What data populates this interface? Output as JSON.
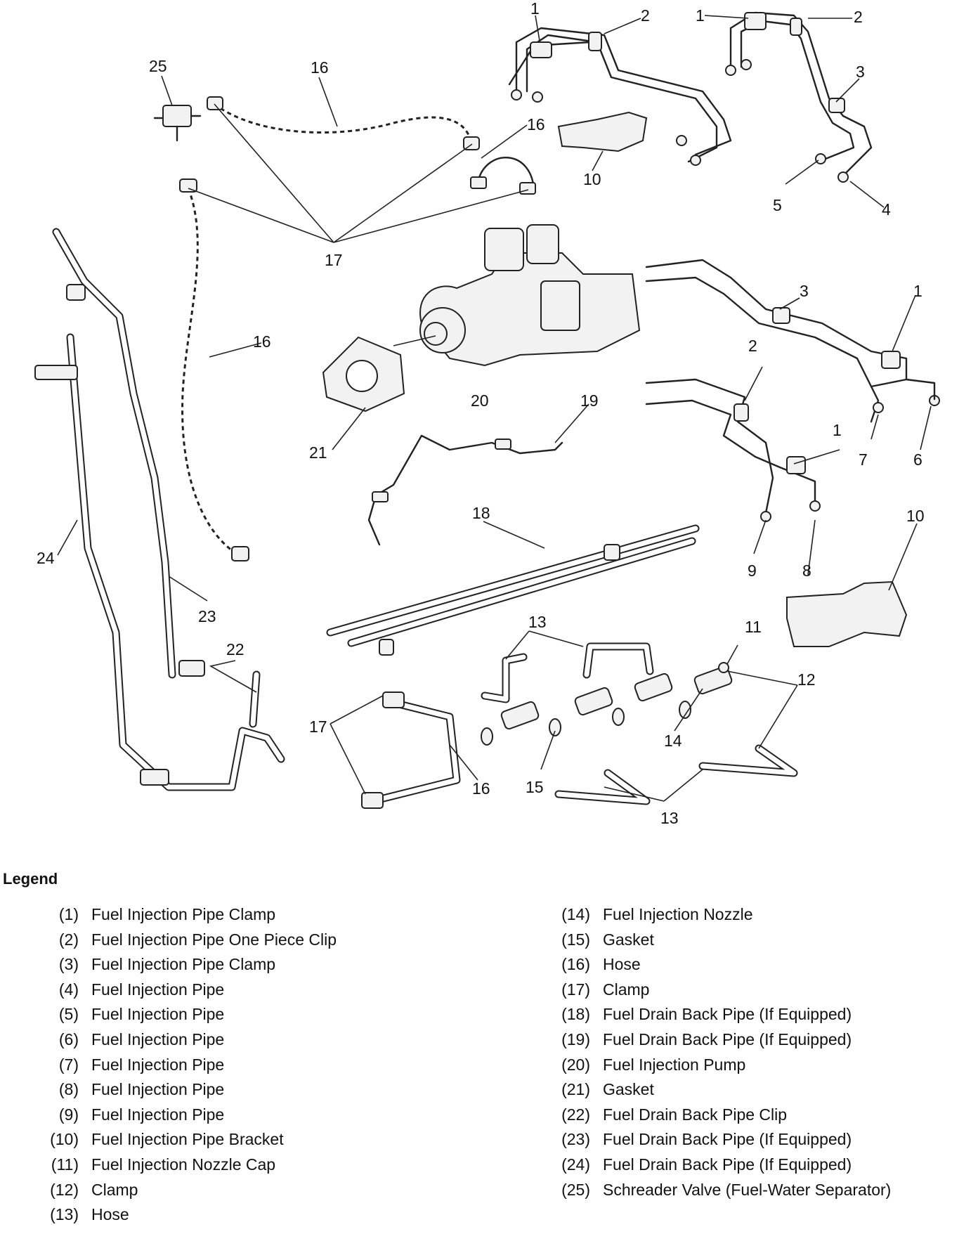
{
  "legend": {
    "title": "Legend",
    "items_left": [
      {
        "num": "(1)",
        "label": "Fuel Injection Pipe Clamp"
      },
      {
        "num": "(2)",
        "label": "Fuel Injection Pipe One Piece Clip"
      },
      {
        "num": "(3)",
        "label": "Fuel Injection Pipe Clamp"
      },
      {
        "num": "(4)",
        "label": "Fuel Injection Pipe"
      },
      {
        "num": "(5)",
        "label": "Fuel Injection Pipe"
      },
      {
        "num": "(6)",
        "label": "Fuel Injection Pipe"
      },
      {
        "num": "(7)",
        "label": "Fuel Injection Pipe"
      },
      {
        "num": "(8)",
        "label": "Fuel Injection Pipe"
      },
      {
        "num": "(9)",
        "label": "Fuel Injection Pipe"
      },
      {
        "num": "(10)",
        "label": "Fuel Injection Pipe Bracket"
      },
      {
        "num": "(11)",
        "label": "Fuel Injection Nozzle Cap"
      },
      {
        "num": "(12)",
        "label": "Clamp"
      },
      {
        "num": "(13)",
        "label": "Hose"
      }
    ],
    "items_right": [
      {
        "num": "(14)",
        "label": "Fuel Injection Nozzle"
      },
      {
        "num": "(15)",
        "label": "Gasket"
      },
      {
        "num": "(16)",
        "label": "Hose"
      },
      {
        "num": "(17)",
        "label": "Clamp"
      },
      {
        "num": "(18)",
        "label": "Fuel Drain Back Pipe (If Equipped)"
      },
      {
        "num": "(19)",
        "label": "Fuel Drain Back Pipe (If Equipped)"
      },
      {
        "num": "(20)",
        "label": "Fuel Injection Pump"
      },
      {
        "num": "(21)",
        "label": "Gasket"
      },
      {
        "num": "(22)",
        "label": "Fuel Drain Back Pipe Clip"
      },
      {
        "num": "(23)",
        "label": "Fuel Drain Back Pipe (If Equipped)"
      },
      {
        "num": "(24)",
        "label": "Fuel Drain Back Pipe (If Equipped)"
      },
      {
        "num": "(25)",
        "label": "Schreader Valve (Fuel-Water Separator)"
      }
    ]
  },
  "callouts": [
    {
      "id": "c1a",
      "text": "1"
    },
    {
      "id": "c2a",
      "text": "2"
    },
    {
      "id": "c1b",
      "text": "1"
    },
    {
      "id": "c2b",
      "text": "2"
    },
    {
      "id": "c3a",
      "text": "3"
    },
    {
      "id": "c5a",
      "text": "5"
    },
    {
      "id": "c4a",
      "text": "4"
    },
    {
      "id": "c25",
      "text": "25"
    },
    {
      "id": "c16a",
      "text": "16"
    },
    {
      "id": "c16b",
      "text": "16"
    },
    {
      "id": "c10a",
      "text": "10"
    },
    {
      "id": "c17a",
      "text": "17"
    },
    {
      "id": "c16c",
      "text": "16"
    },
    {
      "id": "c3b",
      "text": "3"
    },
    {
      "id": "c1c",
      "text": "1"
    },
    {
      "id": "c2c",
      "text": "2"
    },
    {
      "id": "c20",
      "text": "20"
    },
    {
      "id": "c21",
      "text": "21"
    },
    {
      "id": "c19",
      "text": "19"
    },
    {
      "id": "c1d",
      "text": "1"
    },
    {
      "id": "c7",
      "text": "7"
    },
    {
      "id": "c6",
      "text": "6"
    },
    {
      "id": "c24",
      "text": "24"
    },
    {
      "id": "c18",
      "text": "18"
    },
    {
      "id": "c9",
      "text": "9"
    },
    {
      "id": "c8",
      "text": "8"
    },
    {
      "id": "c10b",
      "text": "10"
    },
    {
      "id": "c23",
      "text": "23"
    },
    {
      "id": "c22",
      "text": "22"
    },
    {
      "id": "c13a",
      "text": "13"
    },
    {
      "id": "c11",
      "text": "11"
    },
    {
      "id": "c12",
      "text": "12"
    },
    {
      "id": "c17b",
      "text": "17"
    },
    {
      "id": "c14",
      "text": "14"
    },
    {
      "id": "c15",
      "text": "15"
    },
    {
      "id": "c16d",
      "text": "16"
    },
    {
      "id": "c13b",
      "text": "13"
    }
  ]
}
